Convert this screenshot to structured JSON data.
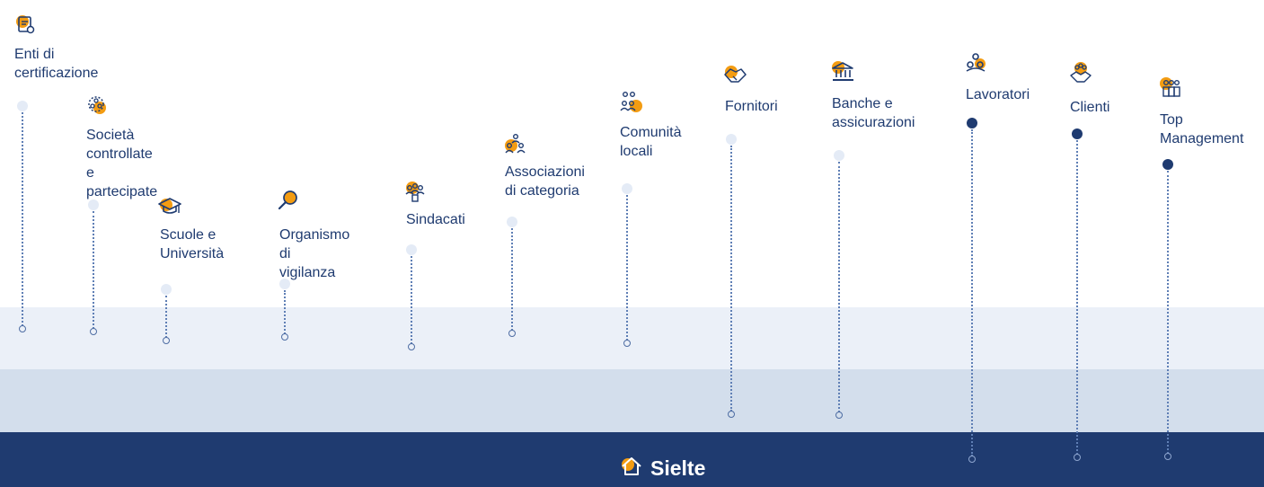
{
  "brand": {
    "name": "Sielte",
    "icon": "house-icon"
  },
  "colors": {
    "navy": "#1f3b70",
    "accent": "#f39c12",
    "light_dot": "#e4ebf6",
    "band_light": "#ebf0f8",
    "band_mid": "#d3deec"
  },
  "stakeholders": [
    {
      "id": "enti",
      "label": "Enti di\ncertificazione",
      "icon": "certificate-icon"
    },
    {
      "id": "societa",
      "label": "Società\ncontrollate\ne partecipate",
      "icon": "network-icon"
    },
    {
      "id": "scuole",
      "label": "Scuole e\nUniversità",
      "icon": "graduation-cap-icon"
    },
    {
      "id": "organismo",
      "label": "Organismo\ndi vigilanza",
      "icon": "magnifier-icon"
    },
    {
      "id": "sindacati",
      "label": "Sindacati",
      "icon": "union-icon"
    },
    {
      "id": "associazioni",
      "label": "Associazioni\ndi categoria",
      "icon": "people-group-icon"
    },
    {
      "id": "comunita",
      "label": "Comunità\nlocali",
      "icon": "community-icon"
    },
    {
      "id": "fornitori",
      "label": "Fornitori",
      "icon": "handshake-icon"
    },
    {
      "id": "banche",
      "label": "Banche e\nassicurazioni",
      "icon": "bank-icon"
    },
    {
      "id": "lavoratori",
      "label": "Lavoratori",
      "icon": "workers-icon"
    },
    {
      "id": "clienti",
      "label": "Clienti",
      "icon": "client-handshake-icon"
    },
    {
      "id": "top",
      "label": "Top\nManagement",
      "icon": "management-icon"
    }
  ]
}
